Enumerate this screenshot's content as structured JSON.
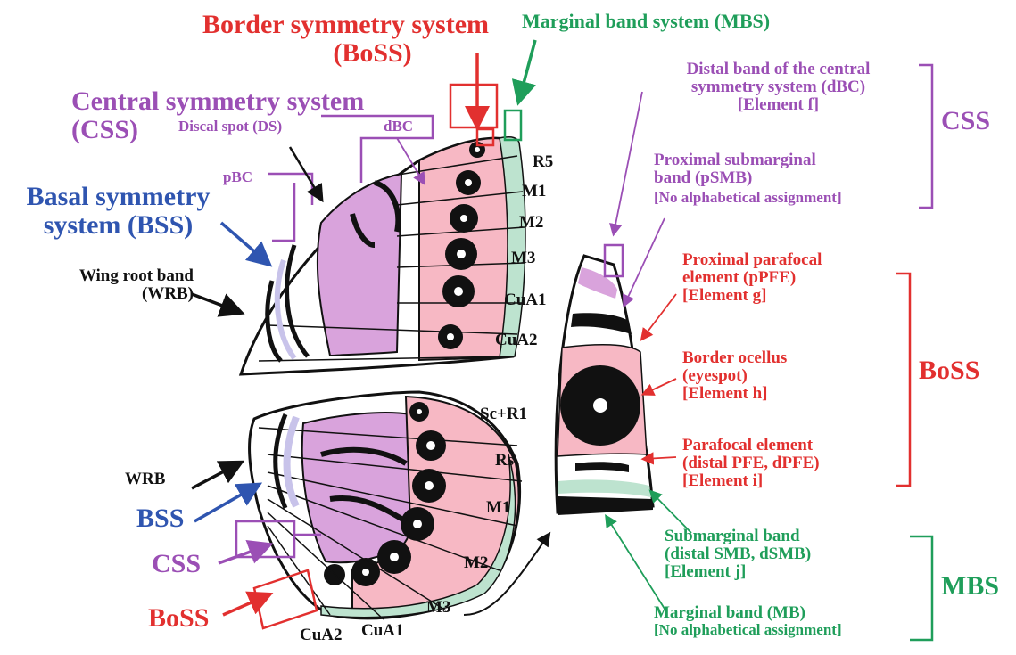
{
  "titles": {
    "boss_line1": "Border symmetry system",
    "boss_line2": "(BoSS)",
    "mbs_top": "Marginal band system (MBS)",
    "css_line1": "Central symmetry system",
    "css_line2": "(CSS)",
    "bss_line1": "Basal symmetry",
    "bss_line2": "system (BSS)"
  },
  "small_labels": {
    "discal_spot": "Discal spot (DS)",
    "dbc": "dBC",
    "pbc": "pBC",
    "wrb_line1": "Wing root band",
    "wrb_line2": "(WRB)",
    "wrb_short": "WRB",
    "bss_short": "BSS",
    "css_short": "CSS",
    "boss_short": "BoSS"
  },
  "veins_forewing": [
    "R5",
    "M1",
    "M2",
    "M3",
    "CuA1",
    "CuA2"
  ],
  "veins_hindwing": [
    "Sc+R1",
    "Rs",
    "M1",
    "M2",
    "M3"
  ],
  "veins_hind_bottom": [
    "CuA2",
    "CuA1"
  ],
  "elements": {
    "dbc_l1": "Distal band of the central",
    "dbc_l2": "symmetry system (dBC)",
    "dbc_l3": "[Element f]",
    "psmb_l1": "Proximal submarginal",
    "psmb_l2": "band (pSMB)",
    "psmb_l3": "[No alphabetical assignment]",
    "ppfe_l1": "Proximal parafocal",
    "ppfe_l2": "element  (pPFE)",
    "ppfe_l3": "[Element g]",
    "oc_l1": "Border ocellus",
    "oc_l2": "(eyespot)",
    "oc_l3": "[Element h]",
    "dpfe_l1": "Parafocal element",
    "dpfe_l2": "(distal PFE, dPFE)",
    "dpfe_l3": "[Element i]",
    "smb_l1": "Submarginal band",
    "smb_l2": "(distal SMB, dSMB)",
    "smb_l3": "[Element j]",
    "mb_l1": "Marginal band (MB)",
    "mb_l2": "[No alphabetical assignment]"
  },
  "groups": {
    "css": "CSS",
    "boss": "BoSS",
    "mbs": "MBS"
  },
  "colors": {
    "red": "#e2302f",
    "green": "#1f9e5a",
    "purple": "#9b4fb5",
    "blue": "#2f55b0",
    "pink": "#f7b8c4",
    "mauve": "#d9a3dc"
  }
}
